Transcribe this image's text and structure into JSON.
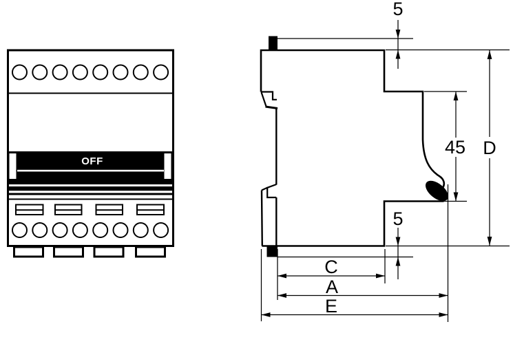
{
  "front_view": {
    "switch_state_label": "OFF"
  },
  "side_view": {
    "dimensions": {
      "top_rail_tab_height": "5",
      "front_recess_height": "45",
      "overall_height": "D",
      "bottom_rail_tab_height": "5",
      "terminal_recess_depth": "C",
      "body_depth": "A",
      "overall_depth": "E"
    }
  },
  "colors": {
    "line": "#000000",
    "background": "#ffffff",
    "dimension_text": "#000000",
    "switch_text": "#ffffff"
  }
}
